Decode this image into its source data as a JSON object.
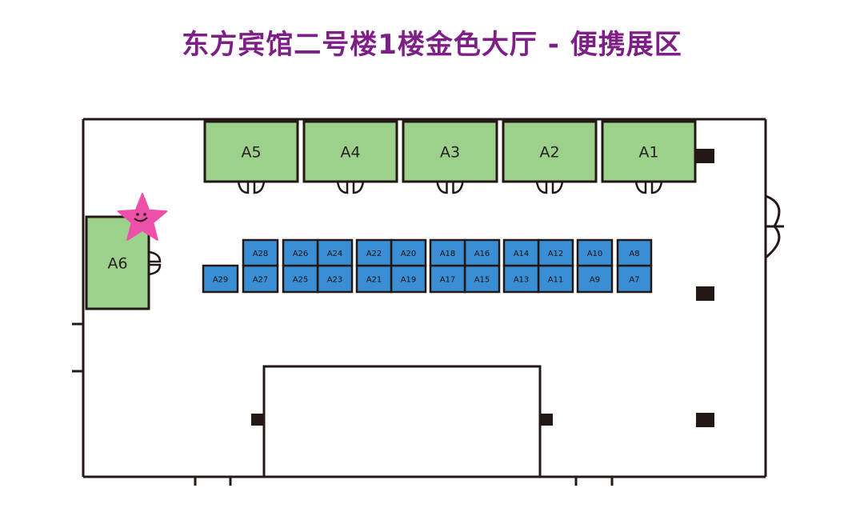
{
  "title": "东方宾馆二号楼1楼金色大厅 - 便携展区",
  "colors": {
    "title": "#7d1f86",
    "large_booth": "#9dd08a",
    "small_booth": "#3a8fd4",
    "wall": "#231815",
    "star": "#ee4fa8"
  },
  "large_booths": [
    "A1",
    "A2",
    "A3",
    "A4",
    "A5",
    "A6"
  ],
  "small_booths": [
    "A7",
    "A8",
    "A9",
    "A10",
    "A11",
    "A12",
    "A13",
    "A14",
    "A15",
    "A16",
    "A17",
    "A18",
    "A19",
    "A20",
    "A21",
    "A22",
    "A23",
    "A24",
    "A25",
    "A26",
    "A27",
    "A28",
    "A29"
  ],
  "marker_icon": "star-smiley-icon"
}
